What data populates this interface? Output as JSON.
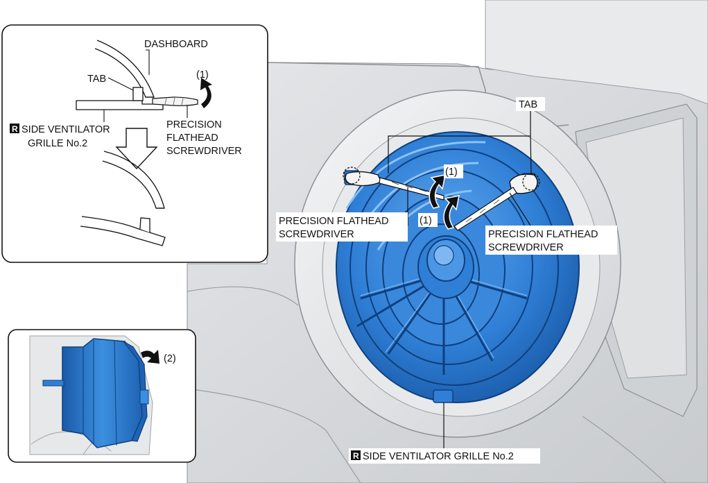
{
  "main": {
    "labels": {
      "tab": "TAB",
      "screwdriver_left_1": "PRECISION FLATHEAD",
      "screwdriver_left_2": "SCREWDRIVER",
      "screwdriver_right_1": "PRECISION FLATHEAD",
      "screwdriver_right_2": "SCREWDRIVER",
      "step_upper": "(1)",
      "step_lower": "(1)",
      "grille_badge": "R",
      "grille": "SIDE VENTILATOR GRILLE No.2"
    }
  },
  "detail_top": {
    "dashboard": "DASHBOARD",
    "tab": "TAB",
    "step": "(1)",
    "screwdriver_1": "PRECISION",
    "screwdriver_2": "FLATHEAD",
    "screwdriver_3": "SCREWDRIVER",
    "grille_badge": "R",
    "grille_1": "SIDE VENTILATOR",
    "grille_2": "GRILLE No.2"
  },
  "detail_bottom": {
    "step": "(2)"
  },
  "colors": {
    "vent_blue": "#2f7fd6",
    "vent_dark": "#1a5aa8",
    "vent_light": "#6fb0f0",
    "panel_gray": "#d6d8da",
    "panel_dark": "#b7babd",
    "outline": "#111111"
  }
}
